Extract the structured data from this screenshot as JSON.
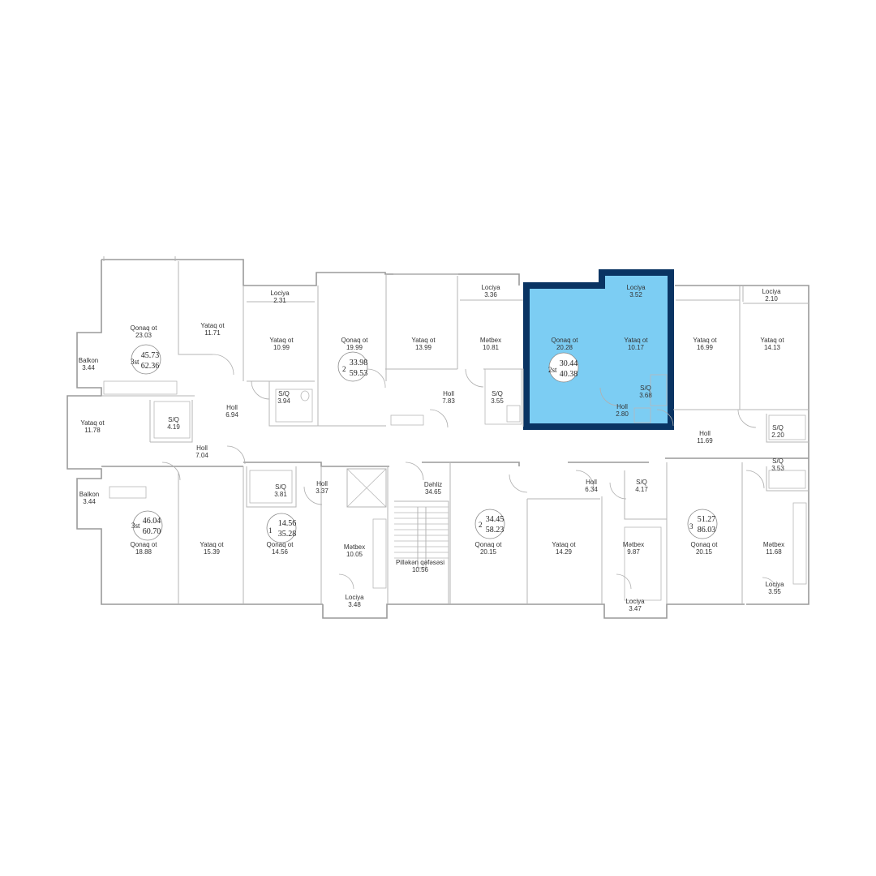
{
  "highlight": {
    "fill": "#7ccdf3",
    "stroke": "#0a3463"
  },
  "rooms": [
    {
      "id": "r1",
      "name": "Qonaq ot",
      "area": "23.03"
    },
    {
      "id": "r2",
      "name": "Yataq ot",
      "area": "11.71"
    },
    {
      "id": "r3",
      "name": "Balkon",
      "area": "3.44"
    },
    {
      "id": "r4",
      "name": "Lociya",
      "area": "2.31"
    },
    {
      "id": "r5",
      "name": "Yataq ot",
      "area": "10.99"
    },
    {
      "id": "r6",
      "name": "Qonaq ot",
      "area": "19.99"
    },
    {
      "id": "r7",
      "name": "Yataq ot",
      "area": "13.99"
    },
    {
      "id": "r8",
      "name": "Lociya",
      "area": "3.36"
    },
    {
      "id": "r9",
      "name": "Mətbex",
      "area": "10.81"
    },
    {
      "id": "r10",
      "name": "Qonaq ot",
      "area": "20.28"
    },
    {
      "id": "r11",
      "name": "Lociya",
      "area": "3.52"
    },
    {
      "id": "r12",
      "name": "Yataq ot",
      "area": "10.17"
    },
    {
      "id": "r13",
      "name": "Yataq ot",
      "area": "16.99"
    },
    {
      "id": "r14",
      "name": "Lociya",
      "area": "2.10"
    },
    {
      "id": "r15",
      "name": "Yataq ot",
      "area": "14.13"
    },
    {
      "id": "r16",
      "name": "S/Q",
      "area": "3.94"
    },
    {
      "id": "r17",
      "name": "Holl",
      "area": "6.94"
    },
    {
      "id": "r18",
      "name": "Holl",
      "area": "7.83"
    },
    {
      "id": "r19",
      "name": "S/Q",
      "area": "3.55"
    },
    {
      "id": "r20",
      "name": "S/Q",
      "area": "3.68"
    },
    {
      "id": "r21",
      "name": "Holl",
      "area": "2.80"
    },
    {
      "id": "r22",
      "name": "Yataq ot",
      "area": "11.78"
    },
    {
      "id": "r23",
      "name": "S/Q",
      "area": "4.19"
    },
    {
      "id": "r24",
      "name": "Holl",
      "area": "7.04"
    },
    {
      "id": "r25",
      "name": "Holl",
      "area": "11.69"
    },
    {
      "id": "r26",
      "name": "S/Q",
      "area": "2.20"
    },
    {
      "id": "r27",
      "name": "S/Q",
      "area": "3.53"
    },
    {
      "id": "r28",
      "name": "Balkon",
      "area": "3.44"
    },
    {
      "id": "r29",
      "name": "S/Q",
      "area": "3.81"
    },
    {
      "id": "r30",
      "name": "Holl",
      "area": "3.37"
    },
    {
      "id": "r31",
      "name": "Dəhliz",
      "area": "34.65"
    },
    {
      "id": "r32",
      "name": "Holl",
      "area": "6.34"
    },
    {
      "id": "r33",
      "name": "S/Q",
      "area": "4.17"
    },
    {
      "id": "r34",
      "name": "Qonaq ot",
      "area": "18.88"
    },
    {
      "id": "r35",
      "name": "Yataq ot",
      "area": "15.39"
    },
    {
      "id": "r36",
      "name": "Qonaq ot",
      "area": "14.56"
    },
    {
      "id": "r37",
      "name": "Mətbex",
      "area": "10.05"
    },
    {
      "id": "r38",
      "name": "Pilləkən qəfəsəsi",
      "area": "10.56"
    },
    {
      "id": "r39",
      "name": "Qonaq ot",
      "area": "20.15"
    },
    {
      "id": "r40",
      "name": "Yataq ot",
      "area": "14.29"
    },
    {
      "id": "r41",
      "name": "Mətbex",
      "area": "9.87"
    },
    {
      "id": "r42",
      "name": "Qonaq ot",
      "area": "20.15"
    },
    {
      "id": "r43",
      "name": "Mətbex",
      "area": "11.68"
    },
    {
      "id": "r44",
      "name": "Lociya",
      "area": "3.48"
    },
    {
      "id": "r45",
      "name": "Lociya",
      "area": "3.47"
    },
    {
      "id": "r46",
      "name": "Lociya",
      "area": "3.55"
    }
  ],
  "apartments": [
    {
      "id": "a1",
      "rooms": "3st",
      "living": "45.73",
      "total": "62.36"
    },
    {
      "id": "a2",
      "rooms": "2",
      "living": "33.98",
      "total": "59.53"
    },
    {
      "id": "a3",
      "rooms": "2st",
      "living": "30.44",
      "total": "40.38"
    },
    {
      "id": "a4",
      "rooms": "3st",
      "living": "46.04",
      "total": "60.70"
    },
    {
      "id": "a5",
      "rooms": "1",
      "living": "14.56",
      "total": "35.28"
    },
    {
      "id": "a6",
      "rooms": "2",
      "living": "34.45",
      "total": "58.23"
    },
    {
      "id": "a7",
      "rooms": "3",
      "living": "51.27",
      "total": "86.03"
    }
  ]
}
